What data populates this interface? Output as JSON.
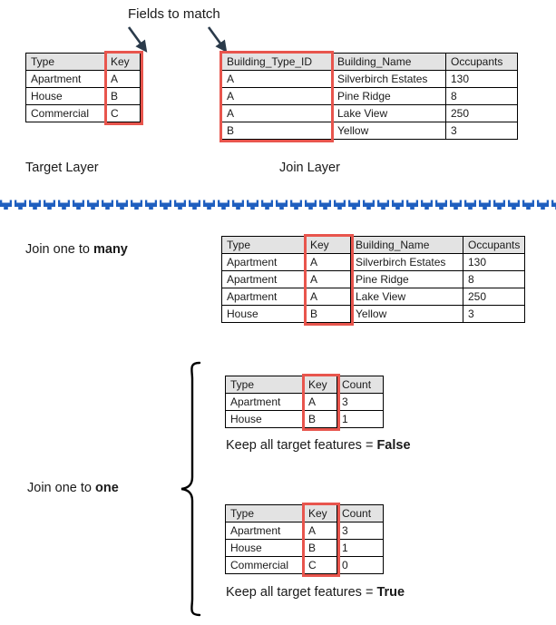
{
  "title_annotation": "Fields to match",
  "layer_labels": {
    "target": "Target Layer",
    "join": "Join Layer"
  },
  "section_labels": {
    "one_to_many_prefix": "Join one to ",
    "one_to_many_emphasis": "many",
    "one_to_one_prefix": "Join one to ",
    "one_to_one_emphasis": "one"
  },
  "captions": {
    "keep_false_prefix": "Keep all target features = ",
    "keep_false_value": "False",
    "keep_true_prefix": "Keep all target features = ",
    "keep_true_value": "True"
  },
  "colors": {
    "highlight": "#e8554d",
    "header_fill": "#e3e3e3",
    "divider": "#1f5fbf",
    "border": "#000000"
  },
  "target_table": {
    "headers": [
      "Type",
      "Key"
    ],
    "rows": [
      [
        "Apartment",
        "A"
      ],
      [
        "House",
        "B"
      ],
      [
        "Commercial",
        "C"
      ]
    ]
  },
  "join_table": {
    "headers": [
      "Building_Type_ID",
      "Building_Name",
      "Occupants"
    ],
    "rows": [
      [
        "A",
        "Silverbirch Estates",
        "130"
      ],
      [
        "A",
        "Pine Ridge",
        "8"
      ],
      [
        "A",
        "Lake View",
        "250"
      ],
      [
        "B",
        "Yellow",
        "3"
      ]
    ]
  },
  "one_to_many_table": {
    "headers": [
      "Type",
      "Key",
      "Building_Name",
      "Occupants"
    ],
    "rows": [
      [
        "Apartment",
        "A",
        "Silverbirch Estates",
        "130"
      ],
      [
        "Apartment",
        "A",
        "Pine Ridge",
        "8"
      ],
      [
        "Apartment",
        "A",
        "Lake View",
        "250"
      ],
      [
        "House",
        "B",
        "Yellow",
        "3"
      ]
    ]
  },
  "one_to_one_false_table": {
    "headers": [
      "Type",
      "Key",
      "Count"
    ],
    "rows": [
      [
        "Apartment",
        "A",
        "3"
      ],
      [
        "House",
        "B",
        "1"
      ]
    ]
  },
  "one_to_one_true_table": {
    "headers": [
      "Type",
      "Key",
      "Count"
    ],
    "rows": [
      [
        "Apartment",
        "A",
        "3"
      ],
      [
        "House",
        "B",
        "1"
      ],
      [
        "Commercial",
        "C",
        "0"
      ]
    ]
  }
}
